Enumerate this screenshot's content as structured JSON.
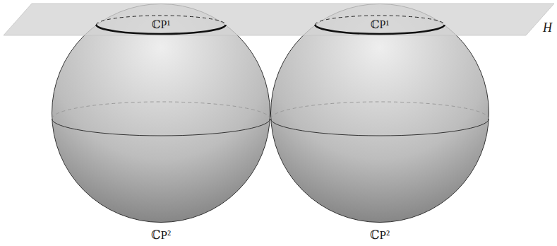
{
  "diagram": {
    "nodes": [
      {
        "text": [
          "ℂP¹",
          "ℂP²"
        ]
      },
      {
        "text": [
          "ℂP¹",
          "ℂP²"
        ]
      }
    ],
    "labels": [
      "H"
    ]
  }
}
